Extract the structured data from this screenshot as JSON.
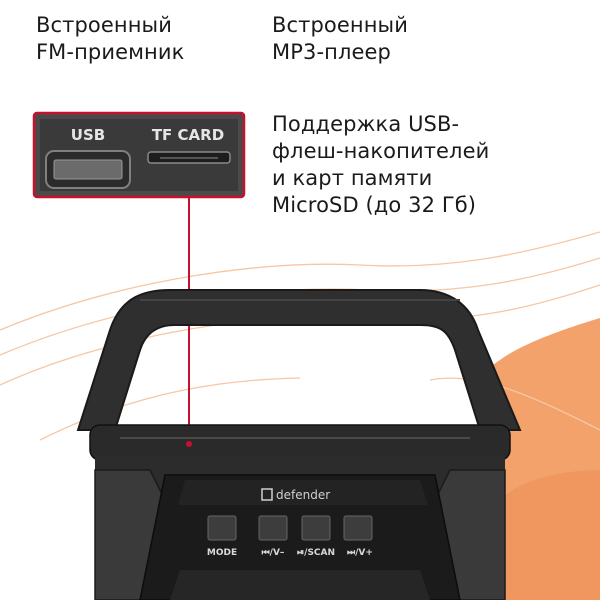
{
  "captions": {
    "fm": "Встроенный\nFM-приемник",
    "mp3": "Встроенный\nМР3-плеер",
    "usb_support": "Поддержка USB-\nфлеш-накопителей\nи карт памяти\nMicroSD (до 32 Гб)"
  },
  "port_panel": {
    "usb_label": "USB",
    "tf_label": "TF CARD"
  },
  "speaker": {
    "brand": "defender",
    "buttons": {
      "mode": "MODE",
      "prev_vol_down": "⏮/V–",
      "play_scan": "⏯/SCAN",
      "next_vol_up": "⏭/V+"
    }
  },
  "colors": {
    "accent_orange": "#f4a26b",
    "callout_red": "#c8102e",
    "speaker_body": "#2a2a2a"
  }
}
